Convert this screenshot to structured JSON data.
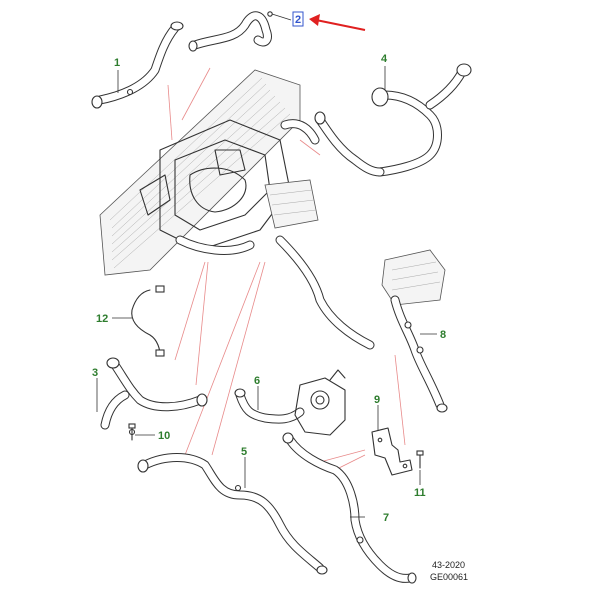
{
  "callouts": [
    {
      "id": "c1",
      "label": "1"
    },
    {
      "id": "c2",
      "label": "2"
    },
    {
      "id": "c3",
      "label": "3"
    },
    {
      "id": "c4",
      "label": "4"
    },
    {
      "id": "c5",
      "label": "5"
    },
    {
      "id": "c6",
      "label": "6"
    },
    {
      "id": "c7",
      "label": "7"
    },
    {
      "id": "c8",
      "label": "8"
    },
    {
      "id": "c9",
      "label": "9"
    },
    {
      "id": "c10",
      "label": "10"
    },
    {
      "id": "c11",
      "label": "11"
    },
    {
      "id": "c12",
      "label": "12"
    }
  ],
  "reference": {
    "line1": "43-2020",
    "line2": "GE00061"
  },
  "colors": {
    "callout_text": "#2e7d2e",
    "highlight_box": "#3355cc",
    "arrow": "#e02020",
    "leader_pink": "#e88a8a"
  }
}
